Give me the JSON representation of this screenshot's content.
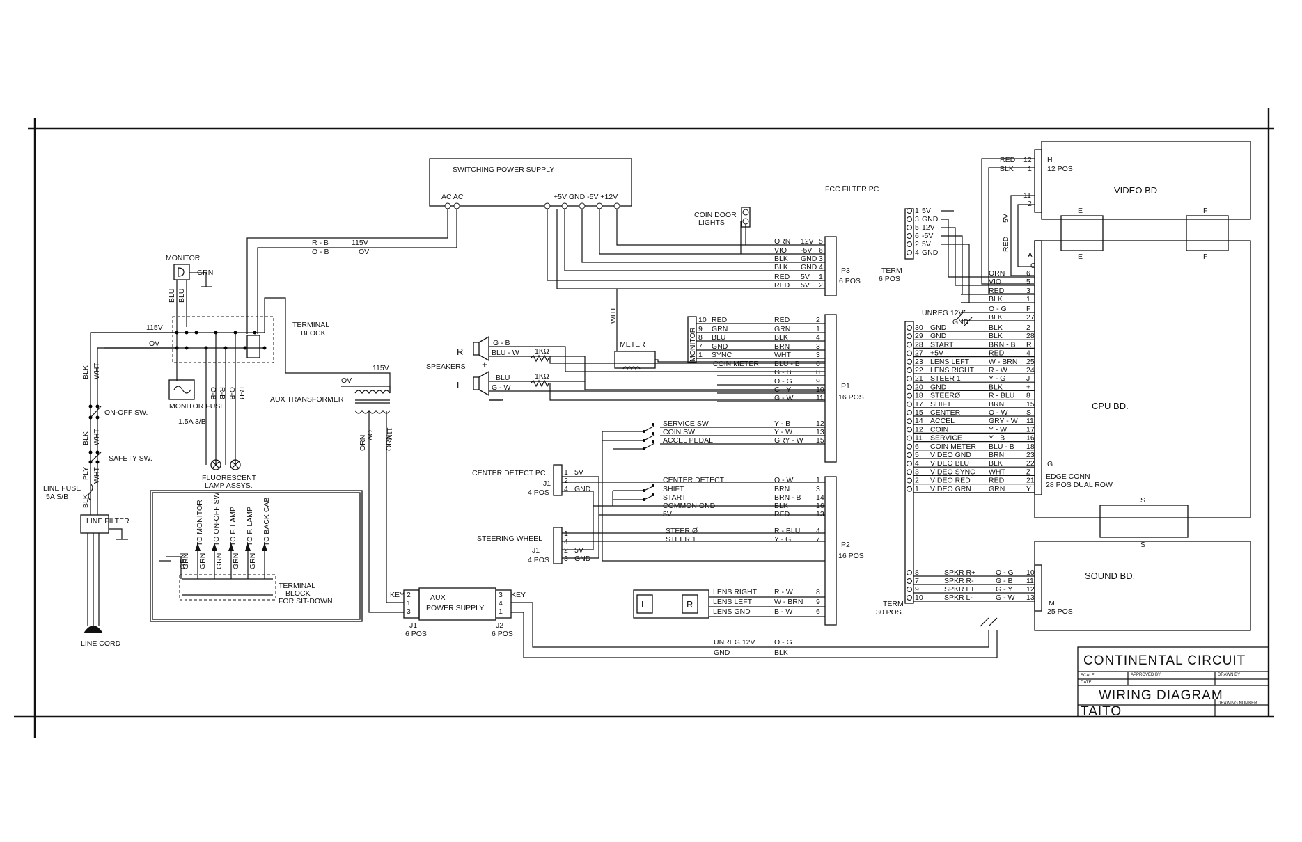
{
  "title_block": {
    "company": "CONTINENTAL      CIRCUIT",
    "approved_by": "APPROVED BY",
    "drawn_by": "DRAWN BY",
    "scale": "SCALE",
    "date": "DATE",
    "drawing_title": "WIRING    DIAGRAM",
    "maker": "TAITO",
    "drawing_number": "DRAWING NUMBER"
  },
  "switching_supply": {
    "label": "SWITCHING   POWER  SUPPLY",
    "ac_label": "AC AC",
    "dc_label": "+5V  GND -5V  +12V",
    "r_b": "R - B",
    "v115": "115V",
    "o_b": "O - B",
    "ov": "OV"
  },
  "monitor": {
    "label": "MONITOR",
    "grn": "GRN",
    "blu": "BLU",
    "fuse_label": "MONITOR\nFUSE",
    "fuse_value": "1.5A  3/B"
  },
  "line_side": {
    "v115": "115V",
    "ov": "OV",
    "blk": "BLK",
    "wht": "WHT",
    "on_off": "ON-OFF SW.",
    "safety": "SAFETY SW.",
    "line_fuse": "LINE FUSE",
    "line_fuse_val": "5A  S/B",
    "line_filter": "LINE\nFILTER",
    "line_cord": "LINE CORD",
    "ply": "PLY",
    "blk2": "BLK"
  },
  "terminal_block": {
    "label1": "TERMINAL",
    "label2": "BLOCK",
    "wires": [
      "O-B",
      "R-B",
      "O-B",
      "R-B"
    ]
  },
  "lamps": {
    "label1": "FLUORESCENT",
    "label2": "LAMP ASSYS."
  },
  "sitdown": {
    "labels": [
      "TO MONITOR",
      "TO ON-OFF SW",
      "TO F. LAMP",
      "TO F. LAMP",
      "TO BACK CAB"
    ],
    "grn": "GRN",
    "block1": "TERMINAL",
    "block2": "BLOCK",
    "block3": "FOR SIT-DOWN"
  },
  "aux_transformer": {
    "label": "AUX TRANSFORMER",
    "v115": "115V",
    "ov": "OV",
    "ov2": "OV",
    "v11": "11V",
    "orn": "ORN",
    "orn2": "ORN"
  },
  "aux_supply": {
    "label1": "AUX",
    "label2": "POWER SUPPLY",
    "key": "KEY",
    "j1": "J1",
    "j1_pos": "6 POS",
    "j2": "J2",
    "j2_pos": "6 POS",
    "pins_left": [
      "2",
      "1",
      "3"
    ],
    "pins_right": [
      "3",
      "4",
      "1"
    ]
  },
  "speakers": {
    "label": "SPEAKERS",
    "r": "R",
    "l": "L",
    "r_wires": [
      "G - B",
      "BLU - W"
    ],
    "l_wires": [
      "BLU",
      "G - W"
    ],
    "res": "1KΩ"
  },
  "coin_door": {
    "label1": "COIN DOOR",
    "label2": "LIGHTS"
  },
  "meter": {
    "label": "METER",
    "wht": "WHT"
  },
  "p3": {
    "label": "P3",
    "pos": "6 POS",
    "rows": [
      {
        "color": "ORN",
        "sig": "12V",
        "pin": "5"
      },
      {
        "color": "VIO",
        "sig": "-5V",
        "pin": "6"
      },
      {
        "color": "BLK",
        "sig": "GND",
        "pin": "3"
      },
      {
        "color": "BLK",
        "sig": "GND",
        "pin": "4"
      },
      {
        "color": "RED",
        "sig": "5V",
        "pin": "1"
      },
      {
        "color": "RED",
        "sig": "5V",
        "pin": "2"
      }
    ]
  },
  "p1": {
    "label": "P1",
    "pos": "16 POS",
    "monitor_tag": "MONITOR",
    "rows": [
      {
        "n": "10",
        "name": "RED",
        "color": "RED",
        "pin": "2"
      },
      {
        "n": "9",
        "name": "GRN",
        "color": "GRN",
        "pin": "1"
      },
      {
        "n": "8",
        "name": "BLU",
        "color": "BLK",
        "pin": "4"
      },
      {
        "n": "7",
        "name": "GND",
        "color": "BRN",
        "pin": "3"
      },
      {
        "n": "1",
        "name": "SYNC",
        "color": "WHT",
        "pin": "3"
      },
      {
        "n": "",
        "name": "COIN METER",
        "color": "BLU - B",
        "pin": "6"
      },
      {
        "n": "",
        "name": "",
        "color": "G - B",
        "pin": "8"
      },
      {
        "n": "",
        "name": "",
        "color": "O - G",
        "pin": "9"
      },
      {
        "n": "",
        "name": "",
        "color": "G - Y",
        "pin": "10"
      },
      {
        "n": "",
        "name": "",
        "color": "G - W",
        "pin": "11"
      },
      {
        "n": "",
        "name": "SERVICE SW",
        "color": "Y - B",
        "pin": "12"
      },
      {
        "n": "",
        "name": "COIN  SW",
        "color": "Y - W",
        "pin": "13"
      },
      {
        "n": "",
        "name": "ACCEL PEDAL",
        "color": "GRY - W",
        "pin": "15"
      }
    ]
  },
  "p2": {
    "label": "P2",
    "pos": "16 POS",
    "rows": [
      {
        "name": "CENTER  DETECT",
        "color": "O - W",
        "pin": "1"
      },
      {
        "name": "SHIFT",
        "color": "BRN",
        "pin": "3"
      },
      {
        "name": "START",
        "color": "BRN - B",
        "pin": "14"
      },
      {
        "name": "COMMON GND",
        "color": "BLK",
        "pin": "16"
      },
      {
        "name": "5V",
        "color": "RED",
        "pin": "13"
      },
      {
        "name": "STEER Ø",
        "color": "R - BLU",
        "pin": "4"
      },
      {
        "name": "STEER 1",
        "color": "Y - G",
        "pin": "7"
      },
      {
        "name": "LENS RIGHT",
        "color": "R - W",
        "pin": "8"
      },
      {
        "name": "LENS LEFT",
        "color": "W - BRN",
        "pin": "9"
      },
      {
        "name": "LENS  GND",
        "color": "B - W",
        "pin": "6"
      }
    ]
  },
  "center_detect": {
    "label": "CENTER DETECT  PC",
    "j1": "J1",
    "pos": "4 POS",
    "rows": [
      {
        "pin": "1",
        "sig": "5V"
      },
      {
        "pin": "2",
        "sig": ""
      },
      {
        "pin": "4",
        "sig": "GND"
      }
    ]
  },
  "steering": {
    "label": "STEERING  WHEEL",
    "j1": "J1",
    "pos": "4 POS",
    "rows": [
      {
        "pin": "1",
        "sig": ""
      },
      {
        "pin": "4",
        "sig": ""
      },
      {
        "pin": "2",
        "sig": "5V"
      },
      {
        "pin": "3",
        "sig": "GND"
      }
    ]
  },
  "lens": {
    "l": "L",
    "r": "R"
  },
  "unreg": {
    "row1_name": "UNREG  12V",
    "row1_color": "O - G",
    "row2_name": "GND",
    "row2_color": "BLK"
  },
  "fcc": {
    "label": "FCC  FILTER  PC",
    "term": "TERM",
    "pos": "6 POS",
    "rows": [
      {
        "pin": "1",
        "sig": "5V"
      },
      {
        "pin": "3",
        "sig": "GND"
      },
      {
        "pin": "5",
        "sig": "12V"
      },
      {
        "pin": "6",
        "sig": "-5V"
      },
      {
        "pin": "2",
        "sig": "5V"
      },
      {
        "pin": "4",
        "sig": "GND"
      }
    ]
  },
  "term30": {
    "term": "TERM",
    "pos": "30 POS",
    "unreg": "UNREG 12V",
    "gnd": "GND",
    "rows": [
      {
        "pin": "30",
        "name": "GND",
        "color": "BLK",
        "edge": "2"
      },
      {
        "pin": "29",
        "name": "GND",
        "color": "BLK",
        "edge": "28"
      },
      {
        "pin": "28",
        "name": "START",
        "color": "BRN - B",
        "edge": "R"
      },
      {
        "pin": "27",
        "name": "+5V",
        "color": "RED",
        "edge": "4"
      },
      {
        "pin": "23",
        "name": "LENS  LEFT",
        "color": "W - BRN",
        "edge": "25"
      },
      {
        "pin": "22",
        "name": "LENS  RIGHT",
        "color": "R - W",
        "edge": "24"
      },
      {
        "pin": "21",
        "name": "STEER 1",
        "color": "Y - G",
        "edge": "J"
      },
      {
        "pin": "20",
        "name": "GND",
        "color": "BLK",
        "edge": "+"
      },
      {
        "pin": "18",
        "name": "STEERØ",
        "color": "R - BLU",
        "edge": "8"
      },
      {
        "pin": "17",
        "name": "SHIFT",
        "color": "BRN",
        "edge": "15"
      },
      {
        "pin": "15",
        "name": "CENTER",
        "color": "O - W",
        "edge": "S"
      },
      {
        "pin": "14",
        "name": "ACCEL",
        "color": "GRY - W",
        "edge": "11"
      },
      {
        "pin": "12",
        "name": "COIN",
        "color": "Y - W",
        "edge": "17"
      },
      {
        "pin": "11",
        "name": "SERVICE",
        "color": "Y - B",
        "edge": "16"
      },
      {
        "pin": "6",
        "name": "COIN  METER",
        "color": "BLU - B",
        "edge": "18"
      },
      {
        "pin": "5",
        "name": "VIDEO  GND",
        "color": "BRN",
        "edge": "23"
      },
      {
        "pin": "4",
        "name": "VIDEO  BLU",
        "color": "BLK",
        "edge": "22"
      },
      {
        "pin": "3",
        "name": "VIDEO  SYNC",
        "color": "WHT",
        "edge": "Z"
      },
      {
        "pin": "2",
        "name": "VIDEO  RED",
        "color": "RED",
        "edge": "21"
      },
      {
        "pin": "1",
        "name": "VIDEO  GRN",
        "color": "GRN",
        "edge": "Y"
      }
    ],
    "spkr_rows": [
      {
        "pin": "8",
        "name": "SPKR R+",
        "color": "O - G",
        "edge": "10"
      },
      {
        "pin": "7",
        "name": "SPKR R-",
        "color": "G - B",
        "edge": "11"
      },
      {
        "pin": "9",
        "name": "SPKR L+",
        "color": "G - Y",
        "edge": "12"
      },
      {
        "pin": "10",
        "name": "SPKR L-",
        "color": "G - W",
        "edge": "13"
      }
    ]
  },
  "cpu_edge": {
    "upper": [
      {
        "color": "ORN",
        "edge": "6"
      },
      {
        "color": "VIO",
        "edge": "5"
      },
      {
        "color": "RED",
        "edge": "3"
      },
      {
        "color": "BLK",
        "edge": "1"
      },
      {
        "color": "O - G",
        "edge": "F"
      },
      {
        "color": "BLK",
        "edge": "27"
      }
    ],
    "a": "A",
    "c": "C",
    "g": "G",
    "edge1": "EDGE CONN",
    "edge2": "28 POS DUAL ROW"
  },
  "video_bd": {
    "label": "VIDEO   BD",
    "h": "H",
    "pos": "12 POS",
    "red": "RED",
    "blk": "BLK",
    "pins": [
      "12",
      "1",
      "11",
      "2"
    ],
    "v5": "5V",
    "red2": "RED",
    "e": "E",
    "f": "F"
  },
  "cpu_bd": {
    "label": "CPU  BD."
  },
  "sound_bd": {
    "label": "SOUND  BD.",
    "m": "M",
    "pos": "25 POS",
    "s": "S"
  }
}
